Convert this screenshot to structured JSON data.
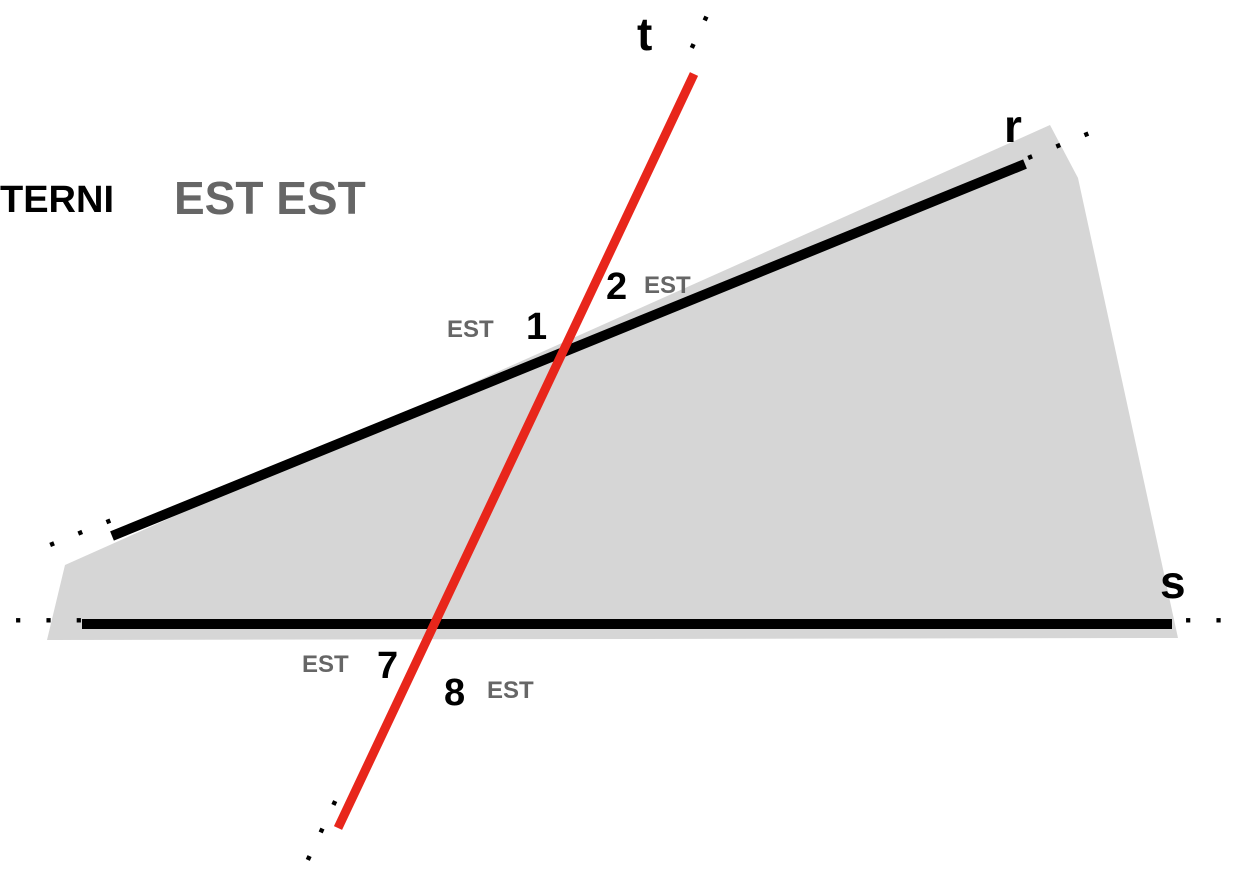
{
  "title": {
    "left": "TERNI",
    "right": "EST EST"
  },
  "lines": {
    "r": {
      "label": "r",
      "color": "#000000"
    },
    "s": {
      "label": "s",
      "color": "#000000"
    },
    "t": {
      "label": "t",
      "color": "#e8261b"
    }
  },
  "region": {
    "color": "#d6d6d6"
  },
  "angles": {
    "a1": {
      "number": "1",
      "tag": "EST"
    },
    "a2": {
      "number": "2",
      "tag": "EST"
    },
    "a7": {
      "number": "7",
      "tag": "EST"
    },
    "a8": {
      "number": "8",
      "tag": "EST"
    }
  },
  "continuation": "· · ·"
}
